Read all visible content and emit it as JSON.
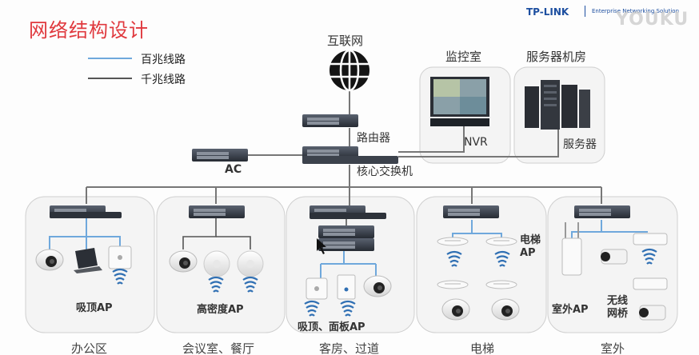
{
  "title": "网络结构设计",
  "brand": {
    "logo": "TP-LINK",
    "tagline": "Enterprise Networking Solution",
    "watermark": "YOUKU"
  },
  "legend": [
    {
      "label": "百兆线路",
      "color": "#6fa8dc"
    },
    {
      "label": "千兆线路",
      "color": "#555555"
    }
  ],
  "nodes": {
    "internet": "互联网",
    "router": "路由器",
    "core_switch": "核心交换机",
    "ac": "AC",
    "monitor_room": "监控室",
    "nvr": "NVR",
    "server_room": "服务器机房",
    "server": "服务器"
  },
  "zones": [
    {
      "name": "办公区",
      "device_label": "吸顶AP"
    },
    {
      "name": "会议室、餐厅",
      "device_label": "高密度AP"
    },
    {
      "name": "客房、过道",
      "device_label": "吸顶、面板AP"
    },
    {
      "name": "电梯",
      "device_label": "电梯\nAP"
    },
    {
      "name": "室外",
      "device_label": "室外AP",
      "device_label_2": "无线\n网桥"
    }
  ],
  "colors": {
    "title": "#e0393e",
    "fast_line": "#6fa8dc",
    "gig_line": "#555555",
    "wifi": "#2f6fb3",
    "zone_bg": "#f4f4f4"
  }
}
